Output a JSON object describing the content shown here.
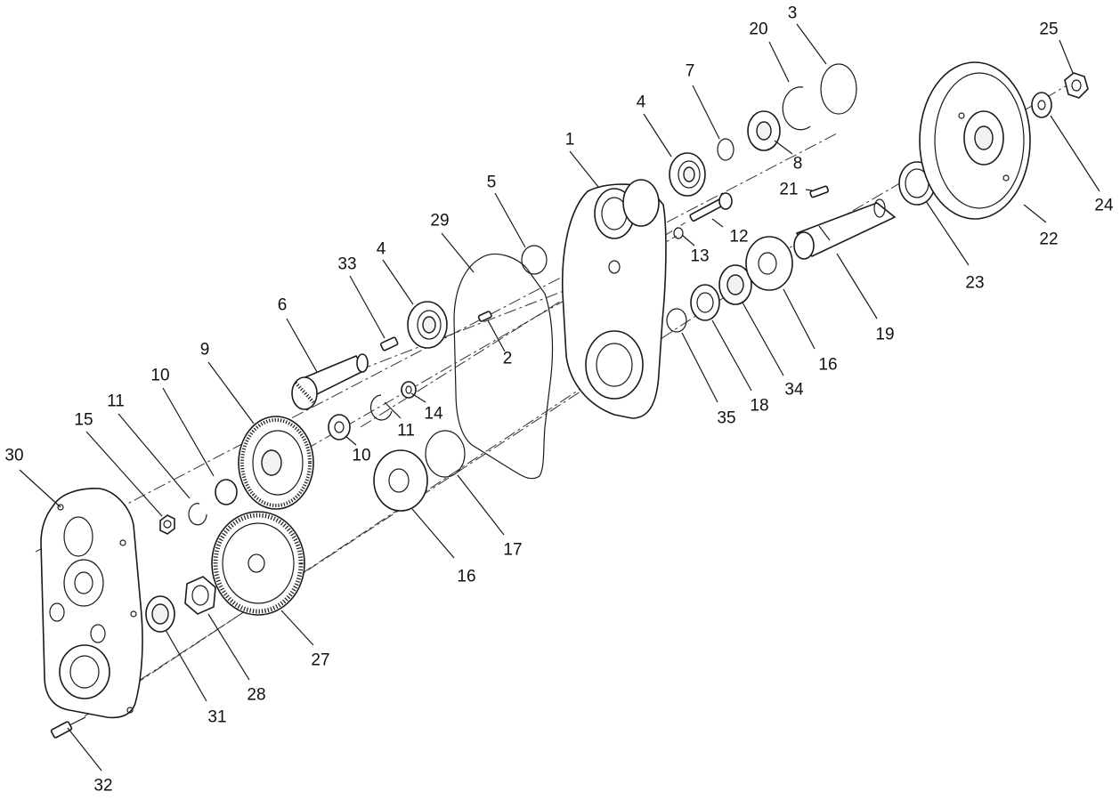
{
  "callouts": [
    {
      "n": "1"
    },
    {
      "n": "2"
    },
    {
      "n": "3"
    },
    {
      "n": "4"
    },
    {
      "n": "4"
    },
    {
      "n": "5"
    },
    {
      "n": "6"
    },
    {
      "n": "7"
    },
    {
      "n": "8"
    },
    {
      "n": "9"
    },
    {
      "n": "10"
    },
    {
      "n": "10"
    },
    {
      "n": "11"
    },
    {
      "n": "11"
    },
    {
      "n": "12"
    },
    {
      "n": "13"
    },
    {
      "n": "14"
    },
    {
      "n": "15"
    },
    {
      "n": "16"
    },
    {
      "n": "16"
    },
    {
      "n": "17"
    },
    {
      "n": "18"
    },
    {
      "n": "19"
    },
    {
      "n": "20"
    },
    {
      "n": "21"
    },
    {
      "n": "22"
    },
    {
      "n": "23"
    },
    {
      "n": "24"
    },
    {
      "n": "25"
    },
    {
      "n": "27"
    },
    {
      "n": "28"
    },
    {
      "n": "29"
    },
    {
      "n": "30"
    },
    {
      "n": "31"
    },
    {
      "n": "32"
    },
    {
      "n": "33"
    },
    {
      "n": "34"
    },
    {
      "n": "35"
    }
  ]
}
